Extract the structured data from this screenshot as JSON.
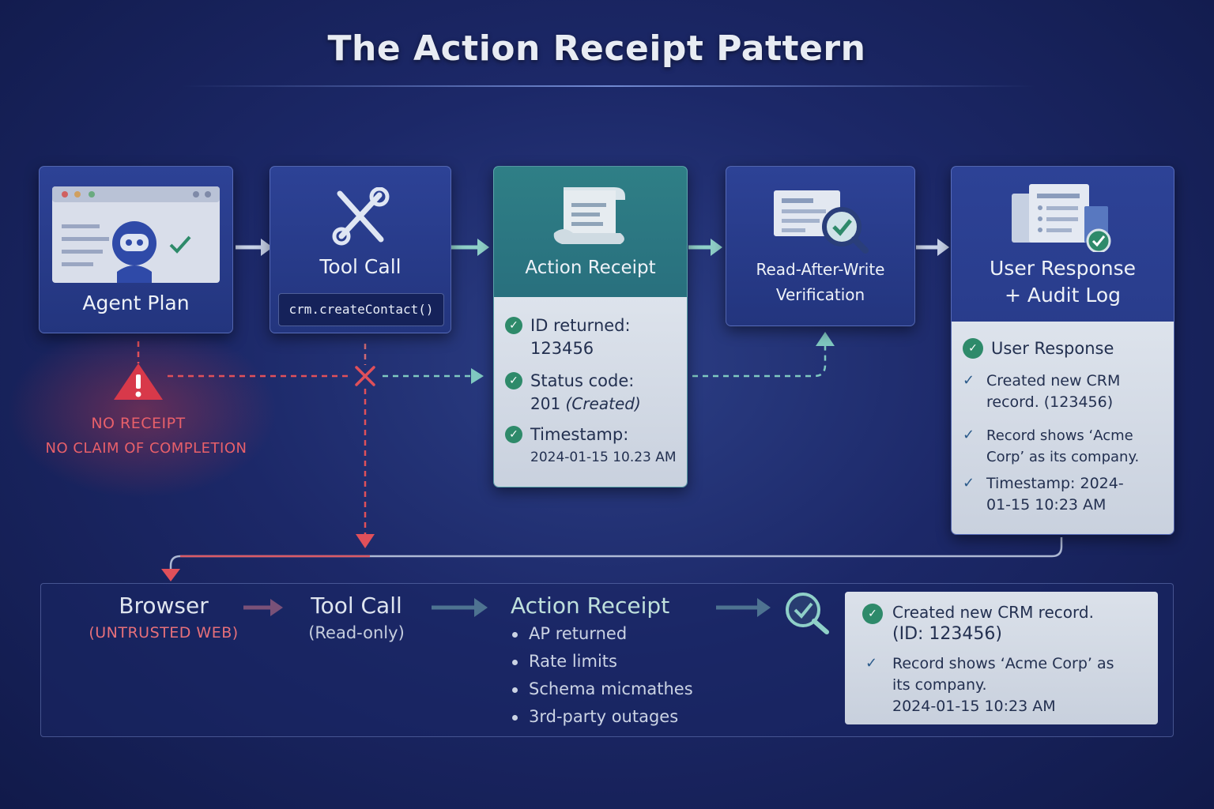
{
  "title": "The Action Receipt Pattern",
  "top_flow": {
    "agent_plan": {
      "label": "Agent Plan"
    },
    "tool_call": {
      "label": "Tool Call",
      "code": "crm.createContact()"
    },
    "action_receipt": {
      "label": "Action Receipt",
      "items": [
        {
          "line1": "ID returned:",
          "line2": "123456"
        },
        {
          "line1": "Status code:",
          "line2": "201",
          "line2_em": "(Created)"
        },
        {
          "line1": "Timestamp:",
          "line2": "2024-01-15 10.23 AM"
        }
      ]
    },
    "read_after_write": {
      "line1": "Read-After-Write",
      "line2": "Verification"
    },
    "user_response": {
      "line1": "User Response",
      "line2": "+ Audit Log",
      "heading": "User Response",
      "items": [
        {
          "line1": "Created new CRM",
          "line2": "record. (123456)"
        },
        {
          "line1": "Record shows ‘Acme",
          "line2": "Corp’ as its company."
        },
        {
          "line1": "Timestamp: 2024-",
          "line2": "01-15 10:23 AM"
        }
      ]
    }
  },
  "warning": {
    "line1": "NO RECEIPT",
    "line2": "NO CLAIM OF COMPLETION"
  },
  "bottom_flow": {
    "browser": {
      "label": "Browser",
      "sub": "(UNTRUSTED WEB)"
    },
    "tool_call": {
      "label": "Tool Call",
      "sub": "(Read-only)"
    },
    "action_receipt": {
      "label": "Action Receipt",
      "bullets": [
        "AP returned",
        "Rate limits",
        "Schema micmathes",
        "3rd-party outages"
      ]
    },
    "result": {
      "item1_line1": "Created new CRM record.",
      "item1_line2": "(ID: 123456)",
      "item2_line1": "Record shows ‘Acme Corp’ as",
      "item2_line2": "its company.",
      "item2_line3": "2024-01-15 10:23 AM"
    }
  },
  "colors": {
    "accent_teal": "#2e8a6a",
    "warning_red": "#e0505a",
    "card_blue": "#2d4296"
  }
}
